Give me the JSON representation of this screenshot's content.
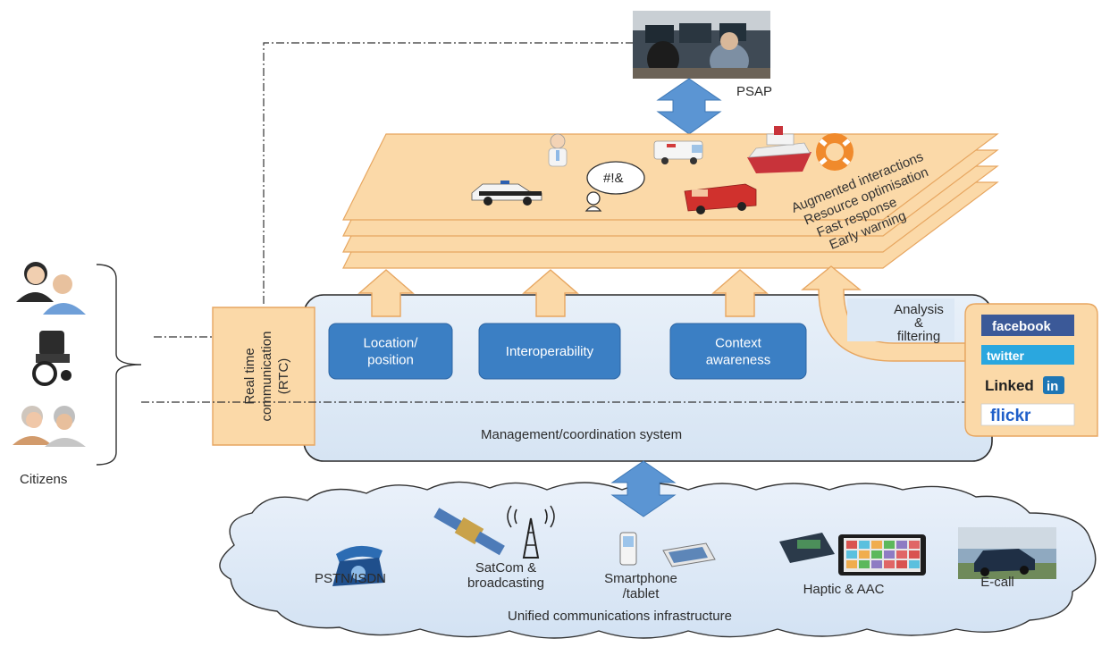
{
  "psap": {
    "label": "PSAP"
  },
  "layers": [
    "Augmented interactions",
    "Resource optimisation",
    "Fast response",
    "Early warning"
  ],
  "layer_icons": {
    "chat_glyph": "#!&"
  },
  "management": {
    "rtc_label": [
      "Real time",
      "communication",
      "(RTC)"
    ],
    "modules": [
      {
        "lines": [
          "Location/",
          "position"
        ]
      },
      {
        "lines": [
          "Interoperability"
        ]
      },
      {
        "lines": [
          "Context",
          "awareness"
        ]
      }
    ],
    "bottom_label": "Management/coordination system",
    "analysis_label": [
      "Analysis",
      "&",
      "filtering"
    ]
  },
  "social": [
    "facebook",
    "twitter",
    "Linked",
    "in",
    "flickr"
  ],
  "citizens": {
    "label": "Citizens"
  },
  "infrastructure": {
    "title": "Unified communications infrastructure",
    "items": [
      {
        "lines": [
          "PSTN/ISDN"
        ]
      },
      {
        "lines": [
          "SatCom &",
          "broadcasting"
        ]
      },
      {
        "lines": [
          "Smartphone",
          "/tablet"
        ]
      },
      {
        "lines": [
          "Haptic & AAC"
        ]
      },
      {
        "lines": [
          "E-call"
        ]
      }
    ]
  },
  "colors": {
    "layer_fill": "#fbd9a8",
    "layer_stroke": "#e7a660",
    "system_fill": "#dce8f5",
    "module_fill": "#3b7fc4",
    "cloud_fill": "#dfeaf6",
    "arrow_blue": "#5b95d3"
  }
}
